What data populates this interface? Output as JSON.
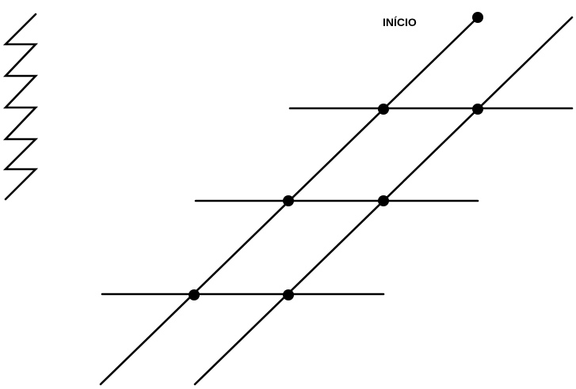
{
  "diagram": {
    "start_label": "INÍCIO",
    "line_color": "#000000",
    "node_color": "#000000",
    "background_color": "#ffffff",
    "zigzag_segments": 6,
    "diagonal_lines": 2,
    "horizontal_lines": 3,
    "node_count": 7
  }
}
